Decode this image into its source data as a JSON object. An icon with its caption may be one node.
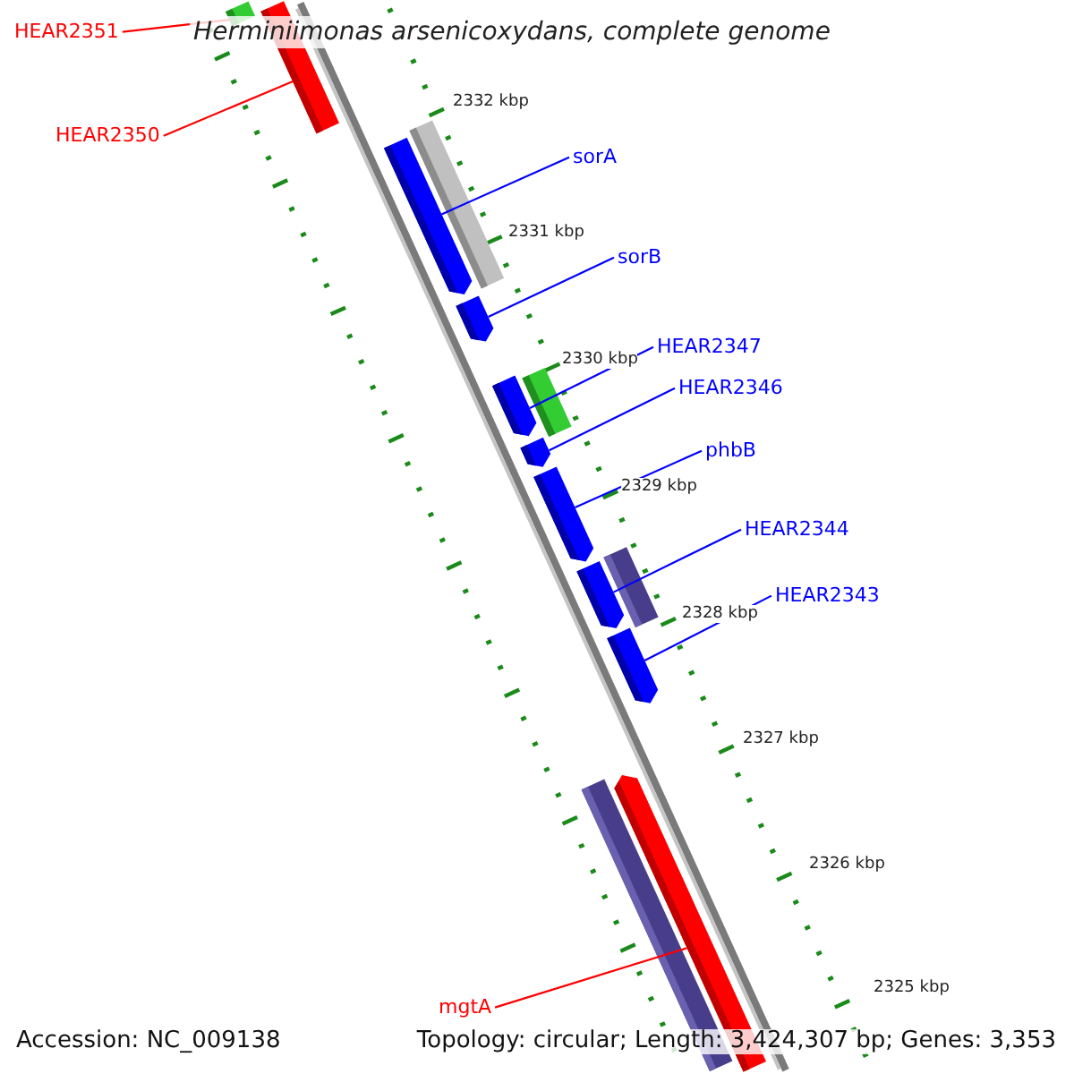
{
  "diagram": {
    "title": "Herminiimonas arsenicoxydans, complete genome",
    "nodes": [
      {
        "text": [],
        "shape": "bar"
      },
      {
        "text": [],
        "shape": "bar"
      },
      {
        "text": [],
        "shape": "bar"
      },
      {
        "text": [],
        "shape": "bar"
      },
      {
        "text": [],
        "shape": "bar"
      },
      {
        "text": [],
        "shape": "bar"
      },
      {
        "text": [],
        "shape": "bar"
      },
      {
        "text": [],
        "shape": "bar"
      },
      {
        "text": [],
        "shape": "bar"
      },
      {
        "text": [],
        "shape": "bar"
      },
      {
        "text": [],
        "shape": "bar"
      },
      {
        "text": [],
        "shape": "bar"
      },
      {
        "text": [],
        "shape": "bar"
      },
      {
        "text": [],
        "shape": "bar"
      },
      {
        "text": [
          "HEAR2351"
        ]
      },
      {
        "text": [
          "HEAR2350"
        ]
      },
      {
        "text": [
          "sorA"
        ]
      },
      {
        "text": [
          "sorB"
        ]
      },
      {
        "text": [
          "HEAR2347"
        ]
      },
      {
        "text": [
          "HEAR2346"
        ]
      },
      {
        "text": [
          "phbB"
        ]
      },
      {
        "text": [
          "HEAR2344"
        ]
      },
      {
        "text": [
          "HEAR2343"
        ]
      },
      {
        "text": [
          "mgtA"
        ]
      }
    ],
    "edges": [
      {
        "from": 14,
        "to": 0,
        "arrow": "none",
        "color": "#ff0000"
      },
      {
        "from": 15,
        "to": 1,
        "arrow": "none",
        "color": "#ff0000"
      },
      {
        "from": 16,
        "to": 2,
        "arrow": "none"
      },
      {
        "from": 17,
        "to": 4,
        "arrow": "none"
      },
      {
        "from": 18,
        "to": 5,
        "arrow": "none"
      },
      {
        "from": 19,
        "to": 7,
        "arrow": "none"
      },
      {
        "from": 20,
        "to": 8,
        "arrow": "none"
      },
      {
        "from": 21,
        "to": 9,
        "arrow": "none"
      },
      {
        "from": 22,
        "to": 11,
        "arrow": "none"
      },
      {
        "from": 23,
        "to": 13,
        "arrow": "none",
        "color": "#ff0000"
      }
    ],
    "labels": [
      "2332 kbp",
      "2331 kbp",
      "2330 kbp",
      "2329 kbp",
      "2328 kbp",
      "2327 kbp",
      "2326 kbp",
      "2325 kbp",
      "Accession: NC_009138",
      "Topology: circular; Length: 3,424,307 bp; Genes: 3,353"
    ]
  }
}
